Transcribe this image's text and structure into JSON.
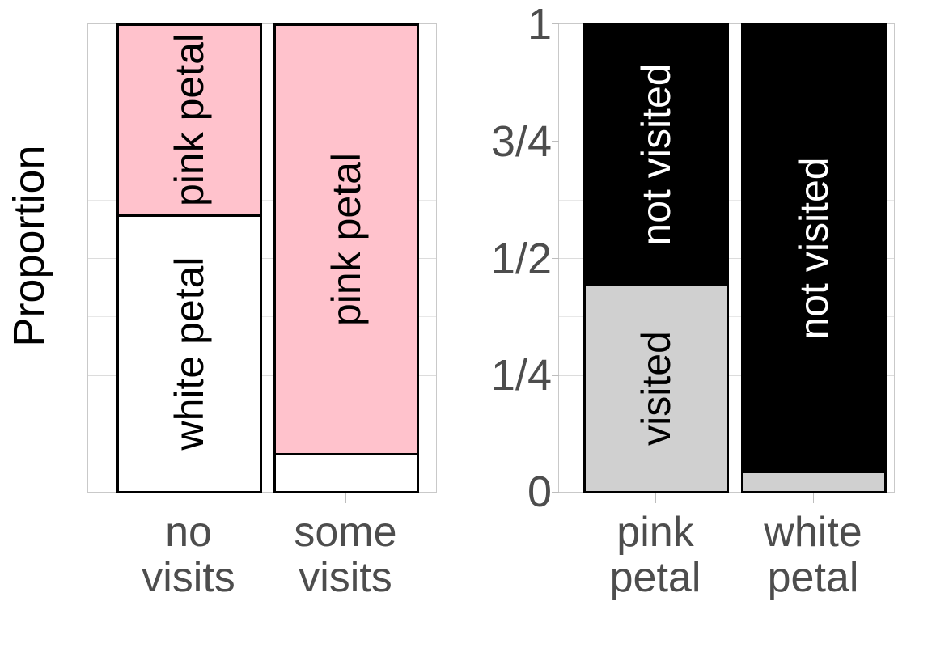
{
  "chart_data": [
    {
      "type": "bar",
      "subtype": "stacked-proportion",
      "panel": "left",
      "title": "",
      "xlabel": "",
      "ylabel": "Proportion",
      "ylim": [
        0,
        1
      ],
      "grid": true,
      "legend": "in-bar-labels",
      "categories": [
        "no visits",
        "some visits"
      ],
      "series": [
        {
          "name": "pink petal",
          "color": "#ffc2cc",
          "values": [
            0.405,
            0.919
          ]
        },
        {
          "name": "white petal",
          "color": "#ffffff",
          "values": [
            0.595,
            0.081
          ]
        }
      ],
      "bar_labels": [
        [
          "pink petal",
          "white petal"
        ],
        [
          "pink petal",
          ""
        ]
      ]
    },
    {
      "type": "bar",
      "subtype": "stacked-proportion",
      "panel": "right",
      "title": "",
      "xlabel": "",
      "ylabel": "Proportion",
      "ylim": [
        0,
        1
      ],
      "ytick_values": [
        0,
        0.25,
        0.5,
        0.75,
        1
      ],
      "ytick_labels": [
        "0",
        "1/4",
        "1/2",
        "3/4",
        "1"
      ],
      "grid": true,
      "legend": "in-bar-labels",
      "categories": [
        "pink petal",
        "white petal"
      ],
      "series": [
        {
          "name": "not visited",
          "color": "#000000",
          "values": [
            0.554,
            0.957
          ]
        },
        {
          "name": "visited",
          "color": "#d0d0d0",
          "values": [
            0.446,
            0.043
          ]
        }
      ],
      "bar_labels": [
        [
          "not visited",
          "visited"
        ],
        [
          "not visited",
          ""
        ]
      ]
    }
  ],
  "left_panel": {
    "ylabel": "Proportion",
    "bars": [
      {
        "xlabel": "no\nvisits",
        "segments": [
          {
            "label": "pink petal",
            "fraction": 0.405,
            "color": "#ffc2cc",
            "text_color": "#000000",
            "wrap": true
          },
          {
            "label": "white petal",
            "fraction": 0.595,
            "color": "#ffffff",
            "text_color": "#000000",
            "wrap": false
          }
        ]
      },
      {
        "xlabel": "some\nvisits",
        "segments": [
          {
            "label": "pink petal",
            "fraction": 0.919,
            "color": "#ffc2cc",
            "text_color": "#000000",
            "wrap": false
          },
          {
            "label": "",
            "fraction": 0.081,
            "color": "#ffffff",
            "text_color": "#000000",
            "wrap": false
          }
        ]
      }
    ]
  },
  "right_panel": {
    "ytick_labels": [
      "1",
      "3/4",
      "1/2",
      "1/4",
      "0"
    ],
    "bars": [
      {
        "xlabel": "pink\npetal",
        "segments": [
          {
            "label": "not visited",
            "fraction": 0.554,
            "color": "#000000",
            "text_color": "#ffffff",
            "wrap": true
          },
          {
            "label": "visited",
            "fraction": 0.446,
            "color": "#d0d0d0",
            "text_color": "#000000",
            "wrap": false
          }
        ]
      },
      {
        "xlabel": "white\npetal",
        "segments": [
          {
            "label": "not visited",
            "fraction": 0.957,
            "color": "#000000",
            "text_color": "#ffffff",
            "wrap": false
          },
          {
            "label": "",
            "fraction": 0.043,
            "color": "#d0d0d0",
            "text_color": "#000000",
            "wrap": false
          }
        ]
      }
    ]
  },
  "colors": {
    "pink": "#ffc2cc",
    "white": "#ffffff",
    "black": "#000000",
    "gray": "#d0d0d0",
    "tick_text": "#4d4d4d",
    "axis_title": "#000000",
    "gridline": "#e8e8e8",
    "plot_border": "#c9c9c9"
  }
}
